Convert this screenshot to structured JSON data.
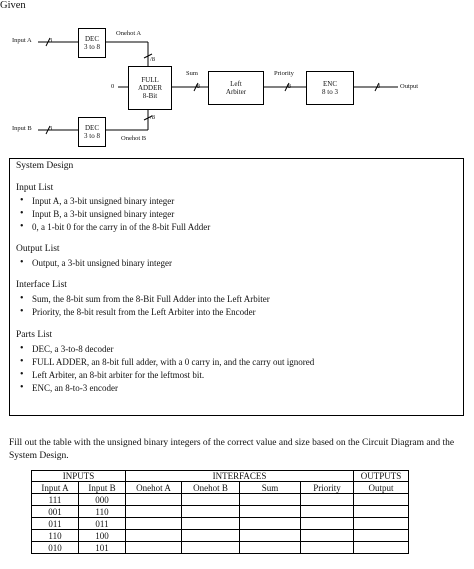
{
  "given": "Given",
  "diagram": {
    "input_a": "Input A",
    "input_b": "Input B",
    "bits_3a": "3",
    "bits_3b": "3",
    "bits_8a": "/8",
    "bits_8b": "/8",
    "bits_8c": "/8",
    "bits_8d": "/8",
    "bits_3c": "3",
    "carry": "0",
    "dec_a_l1": "DEC",
    "dec_a_l2": "3 to 8",
    "dec_b_l1": "DEC",
    "dec_b_l2": "3 to 8",
    "adder_l1": "FULL",
    "adder_l2": "ADDER",
    "adder_l3": "8-Bit",
    "arb_l1": "Left",
    "arb_l2": "Arbiter",
    "enc_l1": "ENC",
    "enc_l2": "8 to 3",
    "onehot_a": "Onehot A",
    "onehot_b": "Onehot B",
    "sum": "Sum",
    "priority": "Priority",
    "output": "Output"
  },
  "design": {
    "title": "System Design",
    "input_list": "Input List",
    "inputs": [
      "Input A, a 3-bit unsigned binary integer",
      "Input B, a 3-bit unsigned binary integer",
      "0, a 1-bit 0 for the carry in of the 8-bit Full Adder"
    ],
    "output_list": "Output List",
    "outputs": [
      "Output, a 3-bit unsigned binary integer"
    ],
    "interface_list": "Interface List",
    "interfaces": [
      "Sum, the 8-bit sum from the 8-Bit Full Adder into the Left Arbiter",
      "Priority, the 8-bit result from the Left Arbiter into the Encoder"
    ],
    "parts_list": "Parts List",
    "parts": [
      "DEC, a 3-to-8 decoder",
      "FULL ADDER, an 8-bit full adder, with a 0 carry in, and the carry out ignored",
      "Left Arbiter, an 8-bit arbiter for the leftmost bit.",
      "ENC, an 8-to-3 encoder"
    ]
  },
  "instruction": "Fill out the table with the unsigned binary integers of the correct value and size based on the Circuit Diagram and the System Design.",
  "table": {
    "group_inputs": "INPUTS",
    "group_interfaces": "INTERFACES",
    "group_outputs": "OUTPUTS",
    "columns": [
      "Input A",
      "Input B",
      "Onehot A",
      "Onehot B",
      "Sum",
      "Priority",
      "Output"
    ],
    "rows": [
      [
        "111",
        "000",
        "",
        "",
        "",
        "",
        ""
      ],
      [
        "001",
        "110",
        "",
        "",
        "",
        "",
        ""
      ],
      [
        "011",
        "011",
        "",
        "",
        "",
        "",
        ""
      ],
      [
        "110",
        "100",
        "",
        "",
        "",
        "",
        ""
      ],
      [
        "010",
        "101",
        "",
        "",
        "",
        "",
        ""
      ]
    ]
  }
}
